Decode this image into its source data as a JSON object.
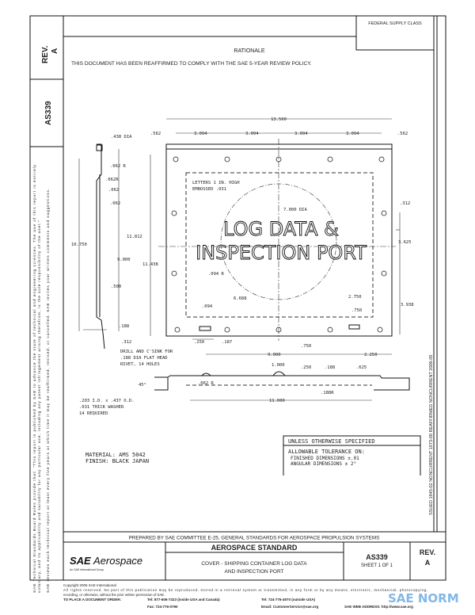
{
  "header": {
    "federal_supply_class": "FEDERAL SUPPLY CLASS",
    "rationale_title": "RATIONALE",
    "rationale_text": "THIS DOCUMENT HAS BEEN REAFFIRMED TO COMPLY WITH THE SAE 5-YEAR REVIEW POLICY."
  },
  "left_column": {
    "rev_label": "REV.",
    "rev_value": "A",
    "doc_number": "AS339",
    "disclaimer_1": "SAE Technical Standards Board Rules provide that: \"This report is published by SAE to advance the state of technical and engineering sciences. The use of this report is entirely",
    "disclaimer_2": "voluntary, and its applicability and suitability for any particular use, including any patent infringement arising therefrom, is the sole responsibility of the user.\"",
    "disclaimer_3": "SAE reviews each technical report at least every five years at which time it may be reaffirmed, revised, or cancelled. SAE invites your written comments and suggestions."
  },
  "right_strip": {
    "history": "SSUED 1945-02     NONCURRENT 1973-08     REAFFIRMED NONCURRENT 2006-05"
  },
  "drawing": {
    "plate_text_line1": "LOG DATA &",
    "plate_text_line2": "INSPECTION PORT",
    "dims": {
      "overall_width": "13.500",
      "edge_left": ".562",
      "edge_right": ".562",
      "pitch_1": "3.094",
      "pitch_2": "3.094",
      "pitch_3": "3.094",
      "pitch_4": "3.094",
      "hole_dia": ".438 DIA",
      "r1": ".062 R",
      "r2": ".062R",
      "t1": ".062",
      "t2": ".062",
      "h_10750": "10.750",
      "h_11812": "11.812",
      "h_9000": "9.000",
      "h_11438": "11.438",
      "d_500": ".500",
      "d_188": ".188",
      "d_312_side": ".312",
      "letters_note_1": "LETTERS 1 IN. HIGH",
      "letters_note_2": "EMBOSSED .031",
      "circle_dia": "7.000 DIA",
      "r_094": ".094 R",
      "d_094": ".094",
      "d_6688": "6.688",
      "d_312": ".312",
      "d_3625": "3.625",
      "d_2750": "2.750",
      "d_750a": ".750",
      "d_3938": "3.938",
      "d_250": ".250",
      "d_187": ".187",
      "d_750b": ".750",
      "sec_9000": "9.000",
      "sec_2250": "2.250",
      "sec_1000": "1.000",
      "sec_250": ".250",
      "sec_188": ".188",
      "sec_625": ".625",
      "sec_45": "45°",
      "sec_062r": ".062 R",
      "sec_188r": ".188R",
      "sec_11000": "11.000"
    },
    "drill_note": [
      "DRILL AND C'SINK FOR",
      ".188 DIA FLAT HEAD",
      "RIVET, 14 HOLES"
    ],
    "washer_note": [
      ".203 I.D. x .437 O.D.",
      ".031 THICK WASHER",
      "14 REQUIRED"
    ],
    "material": "MATERIAL: AMS 5042",
    "finish": "FINISH: BLACK JAPAN"
  },
  "tolerance": {
    "title": "UNLESS OTHERWISE SPECIFIED",
    "heading": "ALLOWABLE TOLERANCE ON:",
    "finished": "FINISHED DIMENSIONS  ±.01",
    "angular": "ANGULAR DIMENSIONS  ± 2°"
  },
  "title_block": {
    "prepared_by": "PREPARED BY SAE COMMITTEE E-25, GENERAL STANDARDS FOR AEROSPACE PROPULSION SYSTEMS",
    "logo_sae": "SAE",
    "logo_aerospace": "Aerospace",
    "logo_sub": "An SAE International Group",
    "standard_type": "AEROSPACE STANDARD",
    "title_line1": "COVER - SHIPPING CONTAINER LOG DATA",
    "title_line2": "AND INSPECTION PORT",
    "doc_number": "AS339",
    "sheet": "SHEET 1 OF 1",
    "rev_label": "REV.",
    "rev_value": "A"
  },
  "footer": {
    "copyright": "Copyright 2006 SAE International",
    "rights_1": "All rights reserved. No part of this publication may be reproduced, stored in a retrieval system or transmitted, in any form or by any means, electronic, mechanical, photocopying,",
    "rights_2": "recording, or otherwise, without the prior written permission of SAE.",
    "order_label": "TO PLACE A DOCUMENT ORDER:",
    "tel_us": "Tel: 877-606-7323 (inside USA and Canada)",
    "tel_intl": "Tel: 724-776-4970 (outside USA)",
    "fax": "Fax: 724-776-0790",
    "email": "Email: CustomerService@sae.org",
    "web": "SAE WEB ADDRESS: http://www.sae.org",
    "watermark": "SAE NORM"
  },
  "colors": {
    "line": "#111111",
    "watermark": "#5aa0e0"
  }
}
